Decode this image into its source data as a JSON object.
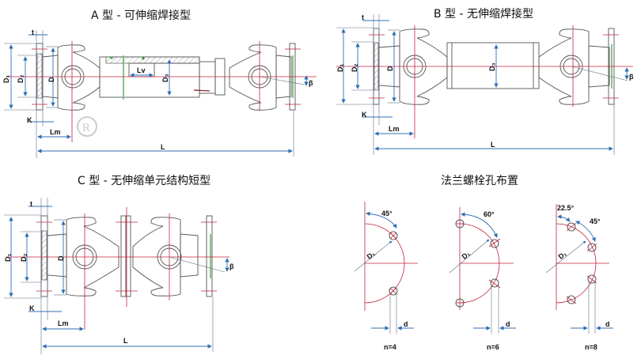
{
  "titles": {
    "type_a": "A 型 - 可伸缩焊接型",
    "type_b": "B 型 - 无伸缩焊接型",
    "type_c": "C 型 - 无伸缩单元结构短型",
    "bolt_layout": "法兰螺栓孔布置"
  },
  "labels": {
    "t": "t",
    "D1": "D₁",
    "D2": "D₂",
    "D": "D",
    "D3": "D₃",
    "Lv": "Lv",
    "K": "K",
    "Lm": "Lm",
    "L": "L",
    "beta": "β",
    "d": "d"
  },
  "bolt_patterns": [
    {
      "n_label": "n=4",
      "angles": [
        "45°"
      ],
      "diameter_label": "D₁"
    },
    {
      "n_label": "n=6",
      "angles": [
        "60°"
      ],
      "diameter_label": "D₁"
    },
    {
      "n_label": "n=8",
      "angles": [
        "22.5°",
        "45°"
      ],
      "diameter_label": "D₁"
    }
  ],
  "colors": {
    "centerline": "#c0243c",
    "dimension": "#2f6fb3",
    "outline": "#555555",
    "weld": "#6cb56c"
  }
}
